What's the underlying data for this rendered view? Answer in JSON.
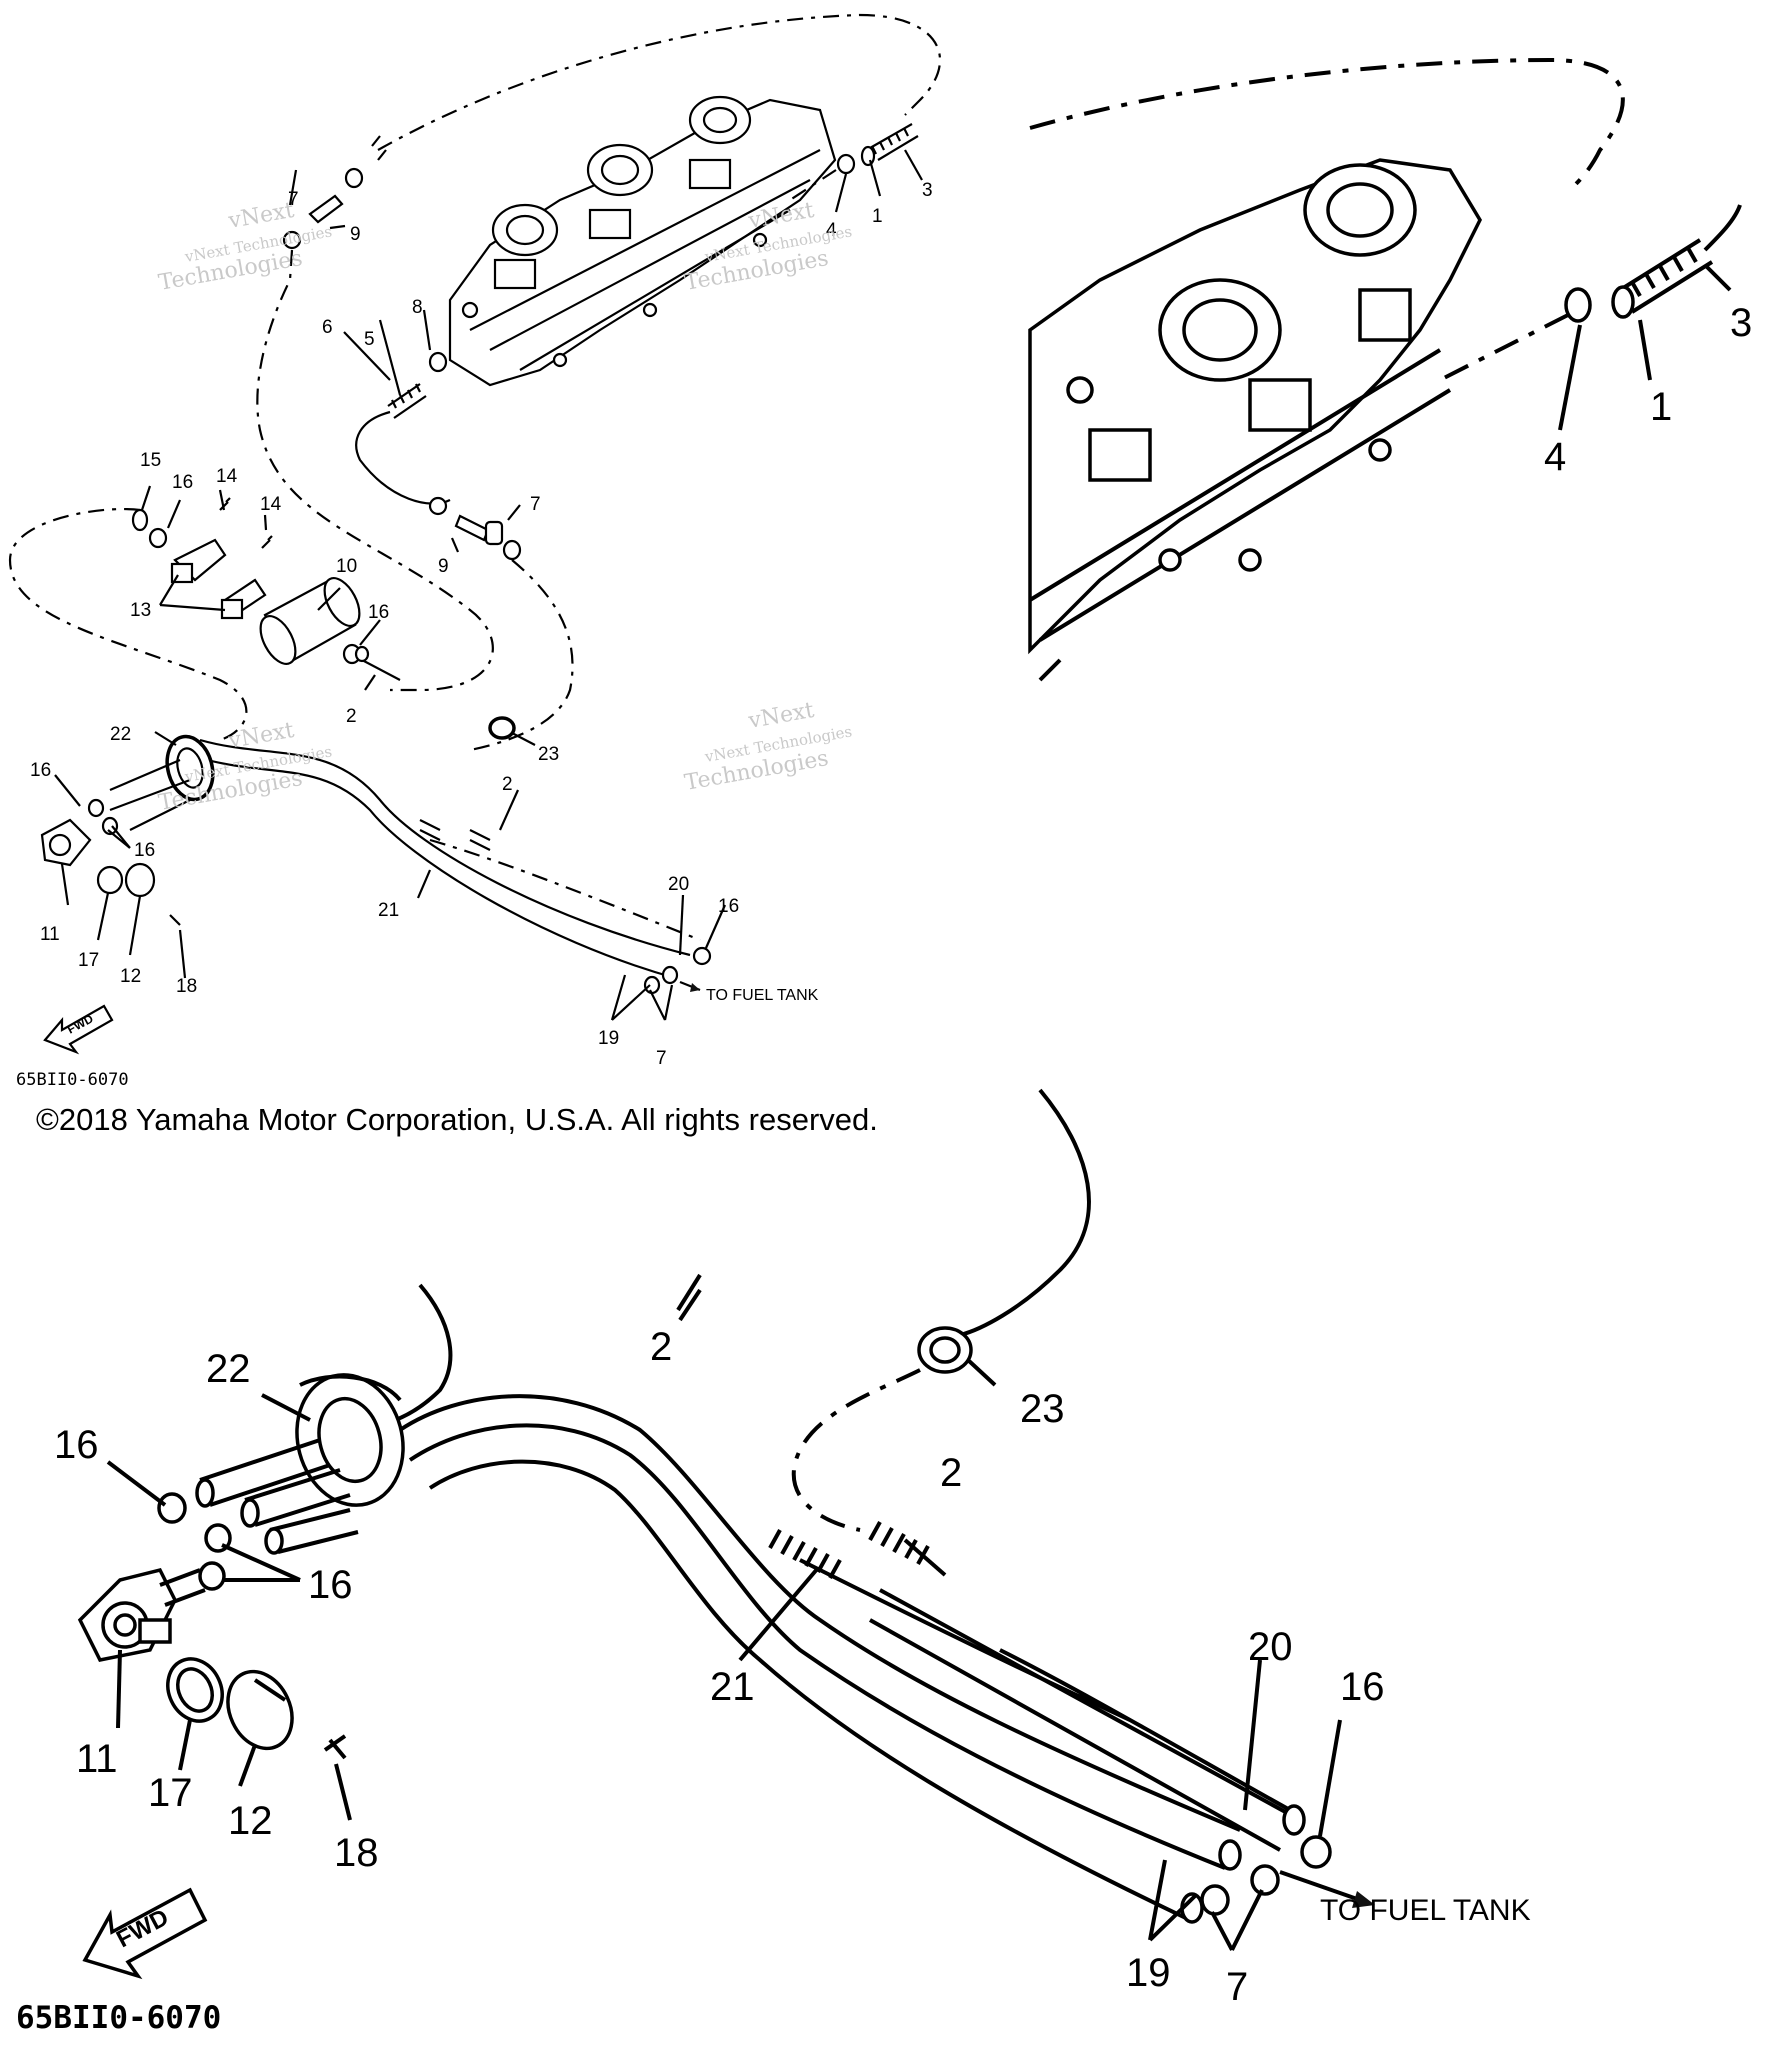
{
  "diagram": {
    "copyright": "©2018 Yamaha Motor Corporation, U.S.A. All rights reserved.",
    "diagram_code": "65BII0-6070",
    "to_fuel_tank": "TO FUEL TANK",
    "fwd_label": "FWD",
    "watermark": {
      "line1": "vNext Technologies",
      "line2": "Technologies",
      "line3": "vNext"
    },
    "callouts": {
      "p1": "1",
      "p2": "2",
      "p3": "3",
      "p4": "4",
      "p5": "5",
      "p6": "6",
      "p7": "7",
      "p8": "8",
      "p9": "9",
      "p10": "10",
      "p11": "11",
      "p12": "12",
      "p13": "13",
      "p14": "14",
      "p15": "15",
      "p16": "16",
      "p17": "17",
      "p18": "18",
      "p19": "19",
      "p20": "20",
      "p21": "21",
      "p22": "22",
      "p23": "23"
    }
  }
}
